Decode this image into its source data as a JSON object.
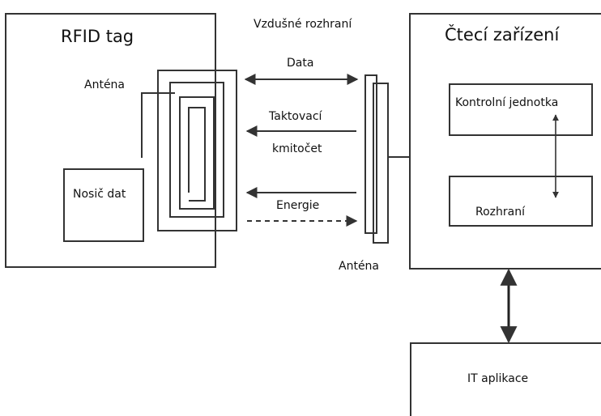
{
  "tag": {
    "title": "RFID tag",
    "antenna_label": "Anténa",
    "data_carrier_label": "Nosič dat"
  },
  "air_interface": {
    "title": "Vzdušné rozhraní",
    "data_label": "Data",
    "clock_label_line1": "Taktovací",
    "clock_label_line2": "kmitočet",
    "energy_label": "Energie"
  },
  "reader": {
    "title": "Čtecí zařízení",
    "control_unit_label": "Kontrolní jednotka",
    "interface_label": "Rozhraní",
    "antenna_label": "Anténa"
  },
  "application": {
    "label": "IT aplikace"
  },
  "colors": {
    "stroke": "#333333",
    "text": "#111111",
    "background": "#ffffff"
  }
}
